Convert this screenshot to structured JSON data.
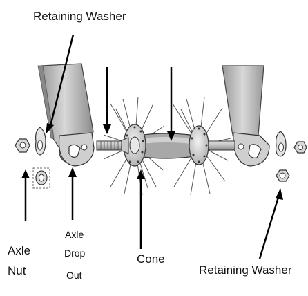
{
  "labels": {
    "retaining_washer_top": "Retaining Washer",
    "axle_nut_line1": "Axle",
    "axle_nut_line2": "Nut",
    "axle_drop_out_line1": "Axle",
    "axle_drop_out_line2": "Drop",
    "axle_drop_out_line3": "Out",
    "cone": "Cone",
    "retaining_washer_bottom": "Retaining Washer"
  }
}
